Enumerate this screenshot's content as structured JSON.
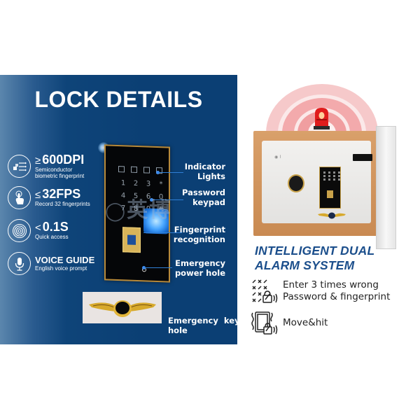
{
  "left_panel": {
    "title": "LOCK DETAILS",
    "background_color": "#0b3f74",
    "features": [
      {
        "icon": "transfer-arrows-icon",
        "symbol": "≥",
        "value": "600DPI",
        "subtitle_lines": [
          "Semiconductor",
          "biometric fingerprint"
        ]
      },
      {
        "icon": "touch-finger-icon",
        "symbol": "≤",
        "value": "32FPS",
        "subtitle_lines": [
          "Record 32 fingerprints"
        ]
      },
      {
        "icon": "fingerprint-icon",
        "symbol": "<",
        "value": "0.1S",
        "subtitle_lines": [
          "Quick access"
        ]
      },
      {
        "icon": "microphone-icon",
        "symbol": "",
        "value": "VOICE GUIDE",
        "subtitle_lines": [
          "English voice prompt"
        ]
      }
    ],
    "keypad": {
      "keys": [
        "1",
        "2",
        "3",
        "*",
        "4",
        "5",
        "6",
        "0",
        "7",
        "8",
        "9",
        "#"
      ]
    },
    "callouts": [
      {
        "line1": "Indicator",
        "line2": "Lights"
      },
      {
        "line1": "Password",
        "line2": "keypad"
      },
      {
        "line1": "Fingerprint",
        "line2": "recognition"
      },
      {
        "line1": "Emergency",
        "line2": "power hole"
      },
      {
        "line1": "Emergency  key",
        "line2": "hole"
      }
    ],
    "watermark": "英博"
  },
  "right_panel": {
    "title_line1": "INTELLIGENT DUAL",
    "title_line2": "ALARM SYSTEM",
    "title_color": "#1c4f8c",
    "alarms": [
      {
        "icon": "wrong-password-alarm-icon",
        "line1": "Enter 3 times wrong",
        "line2": "Password & fingerprint"
      },
      {
        "icon": "vibration-alarm-icon",
        "line1": "Move&hit",
        "line2": ""
      }
    ],
    "alarm_wave_color": "#e0393e"
  }
}
